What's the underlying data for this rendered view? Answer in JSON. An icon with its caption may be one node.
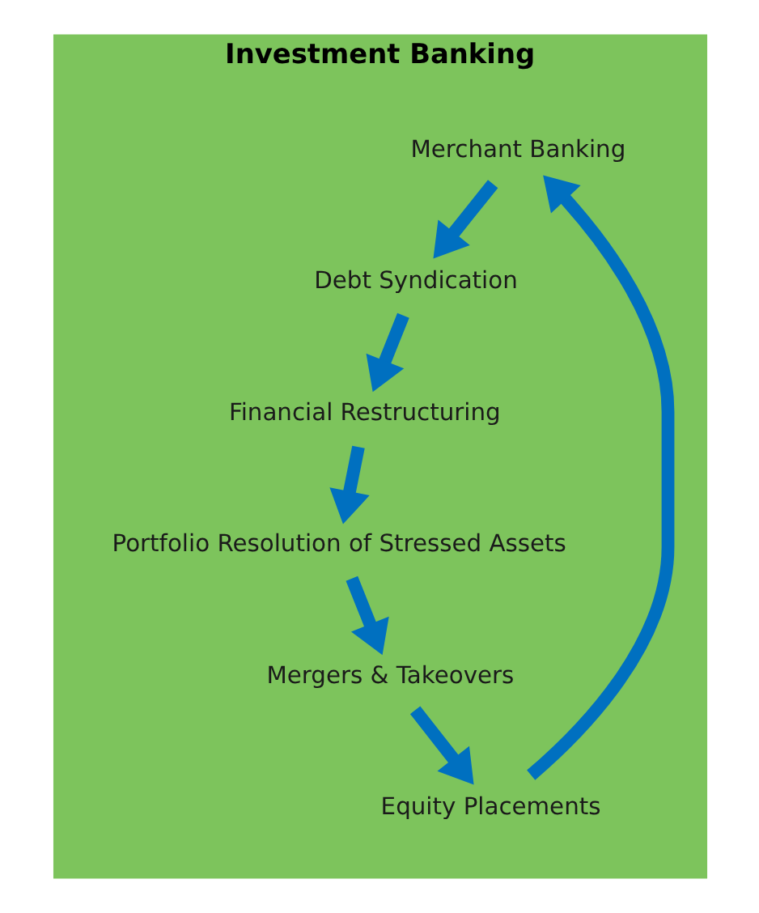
{
  "diagram": {
    "nodes": [
      {
        "text": [
          "Investment Banking"
        ]
      },
      {
        "text": [
          "Merchant Banking"
        ],
        "in": 0
      },
      {
        "text": [
          "Debt Syndication"
        ],
        "in": 0
      },
      {
        "text": [
          "Equity Placements"
        ],
        "in": 0
      },
      {
        "text": [
          "Financial Restructuring"
        ],
        "in": 0
      },
      {
        "text": [
          "Portfolio Resolution of Stressed Assets"
        ],
        "in": 0
      },
      {
        "text": [
          "Mergers & Takeovers"
        ],
        "in": 0
      }
    ],
    "edges": [
      {
        "from": 1,
        "to": 2,
        "arrow": "to"
      },
      {
        "from": 2,
        "to": 4,
        "arrow": "to"
      },
      {
        "from": 4,
        "to": 5,
        "arrow": "to"
      },
      {
        "from": 5,
        "to": 6,
        "arrow": "to"
      },
      {
        "from": 6,
        "to": 3,
        "arrow": "to"
      },
      {
        "from": 3,
        "to": 1,
        "arrow": "to"
      }
    ]
  }
}
